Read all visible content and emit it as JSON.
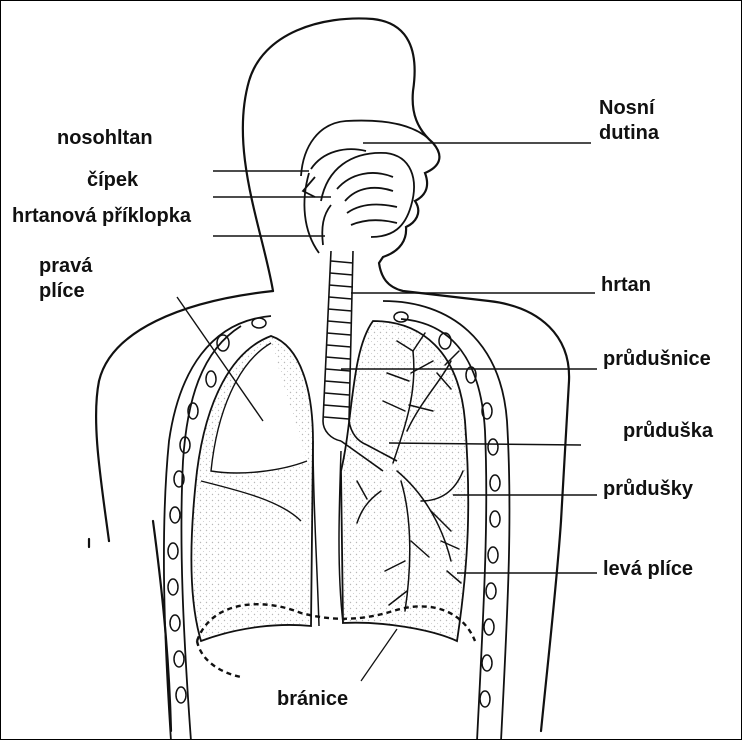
{
  "diagram": {
    "labels": {
      "nosohltan": "nosohltan",
      "cipek": "čípek",
      "hrtanova_priklopka": "hrtanová příklopka",
      "prava_plice_1": "pravá",
      "prava_plice_2": "plíce",
      "nosni_dutina_1": "Nosní",
      "nosni_dutina_2": "dutina",
      "hrtan": "hrtan",
      "prudusnice": "průdušnice",
      "praduska": "průduška",
      "prudusky": "průdušky",
      "leva_plice": "levá plíce",
      "branice": "bránice"
    }
  }
}
